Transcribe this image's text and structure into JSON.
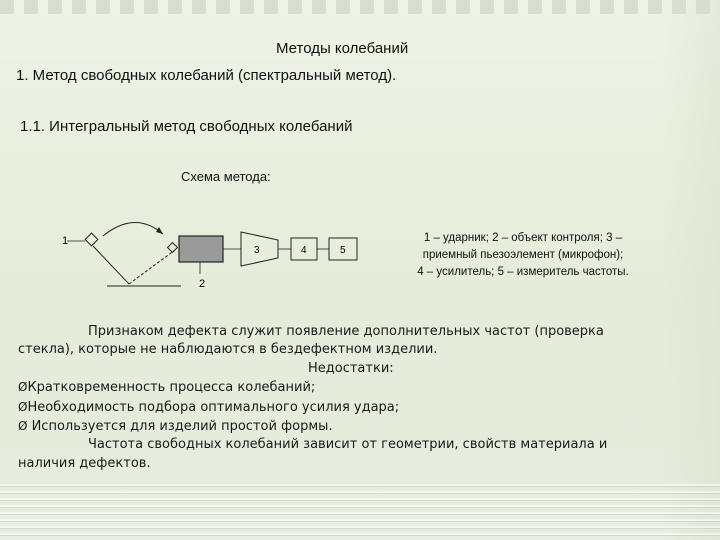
{
  "slide": {
    "title": "Методы колебаний",
    "line1": "1. Метод свободных колебаний (спектральный метод).",
    "line2": "1.1. Интегральный метод свободных колебаний",
    "scheme_label": "Схема метода:"
  },
  "diagram": {
    "labels": {
      "l1": "1",
      "l2": "2",
      "l3": "3",
      "l4": "4",
      "l5": "5"
    }
  },
  "legend": {
    "line1": "1 – ударник; 2 – объект контроля; 3 –",
    "line2": "приемный пьезоэлемент (микрофон);",
    "line3": "4 – усилитель; 5 – измеритель частоты."
  },
  "body": {
    "p1_a": "Признаком дефекта служит появление дополнительных частот (проверка",
    "p1_b": "стекла), которые не наблюдаются в бездефектном изделии.",
    "drawbacks_heading": "Недостатки:",
    "bullet_marker": "Ø",
    "bullets": [
      "Кратковременность процесса колебаний;",
      "Необходимость подбора оптимального усилия удара;",
      " Используется для изделий простой формы."
    ],
    "p2_a": "Частота свободных колебаний зависит от геометрии, свойств материала и",
    "p2_b": "наличия дефектов."
  }
}
